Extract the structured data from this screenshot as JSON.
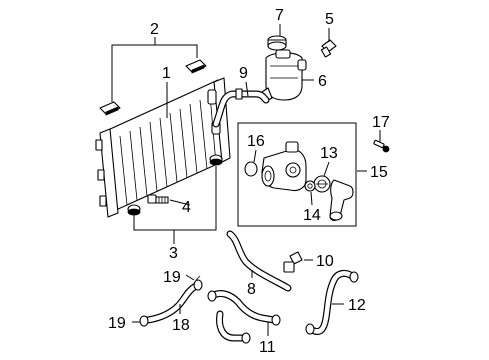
{
  "callouts": {
    "c1": "1",
    "c2": "2",
    "c3": "3",
    "c4": "4",
    "c5": "5",
    "c6": "6",
    "c7": "7",
    "c8": "8",
    "c9": "9",
    "c10": "10",
    "c11": "11",
    "c12": "12",
    "c13": "13",
    "c14": "14",
    "c15": "15",
    "c16": "16",
    "c17": "17",
    "c18": "18",
    "c19a": "19",
    "c19b": "19"
  }
}
